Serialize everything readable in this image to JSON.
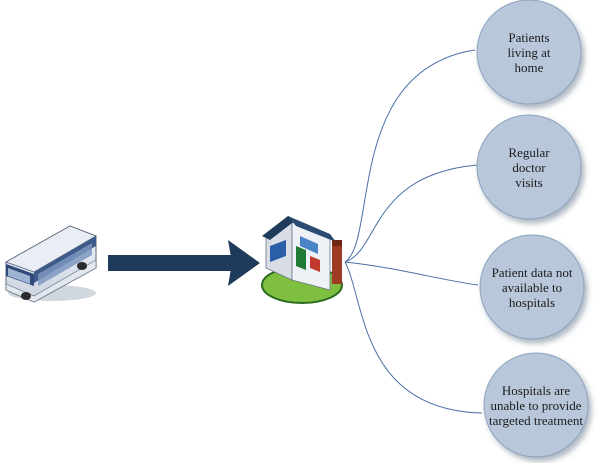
{
  "diagram": {
    "colors": {
      "arrow": "#1f3b5c",
      "connector": "#4a6fa5",
      "circle_fill": "#b8c7da",
      "circle_stroke": "#8fa3bd",
      "text": "#1c1c1c"
    },
    "icons": [
      "bus-icon",
      "house-icon"
    ],
    "nodes": [
      {
        "label": "Patients\nliving at\nhome"
      },
      {
        "label": "Regular\ndoctor\nvisits"
      },
      {
        "label": "Patient data not\navailable to\nhospitals"
      },
      {
        "label": "Hospitals are\nunable to provide\ntargeted treatment"
      }
    ]
  }
}
